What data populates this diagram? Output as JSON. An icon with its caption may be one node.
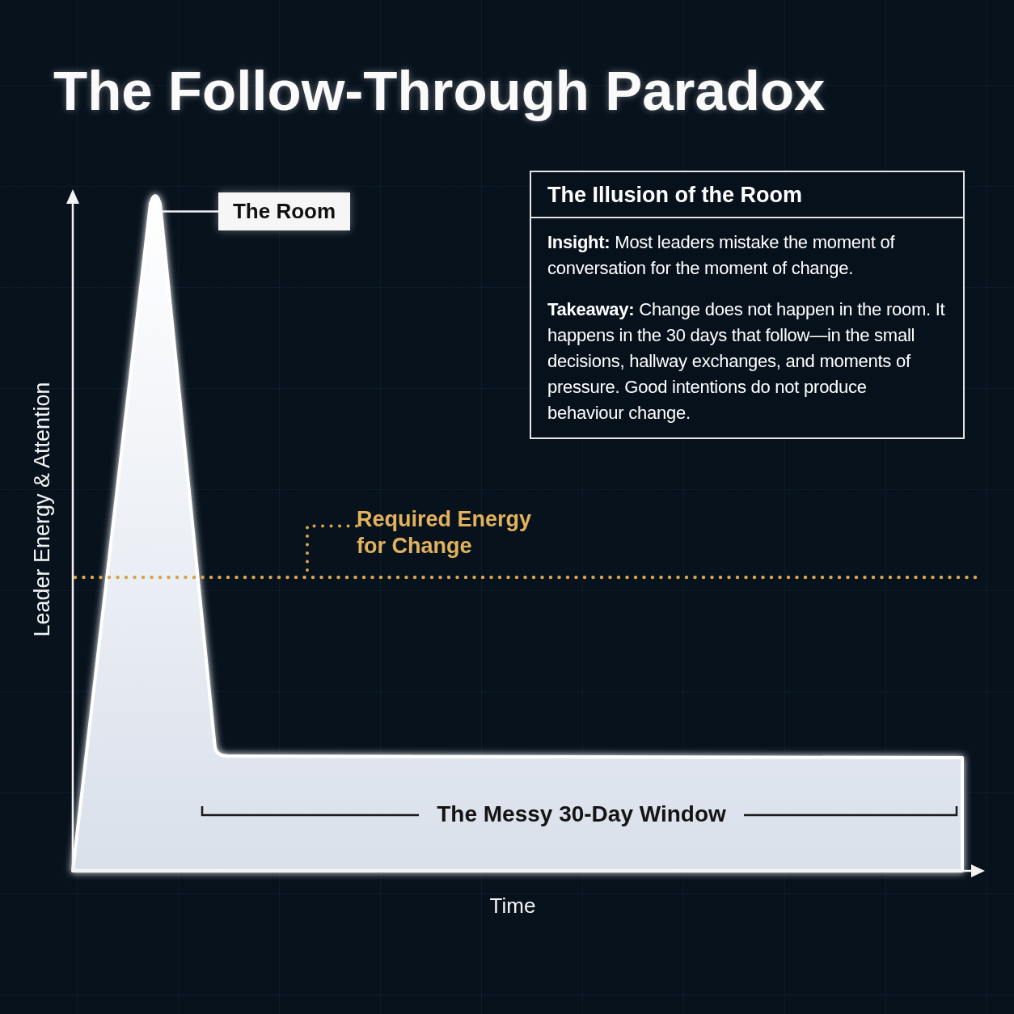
{
  "diagram": {
    "title": "The Follow-Through Paradox",
    "nodes": [
      {
        "text": [
          "The Room"
        ]
      },
      {
        "text": [
          "The Illusion of the Room",
          "**Insight:** Most leaders mistake the moment of conversation for the moment of change.",
          "**Takeaway:** Change does not happen in the room. It happens in the 30 days that follow—in the small decisions, hallway exchanges, and moments of pressure. Good intentions do not produce behaviour change."
        ]
      },
      {
        "text": [
          "Required Energy for Change"
        ]
      },
      {
        "text": [],
        "shape": "line"
      }
    ],
    "edges": [
      {
        "from": 0,
        "to": null,
        "arrow": "none"
      },
      {
        "from": 2,
        "to": 3,
        "arrow": "none",
        "style": "dashed",
        "color": "#d9a84e"
      }
    ],
    "labels": [
      "Leader Energy & Attention",
      "The Messy 30-Day Window",
      "Time"
    ]
  }
}
